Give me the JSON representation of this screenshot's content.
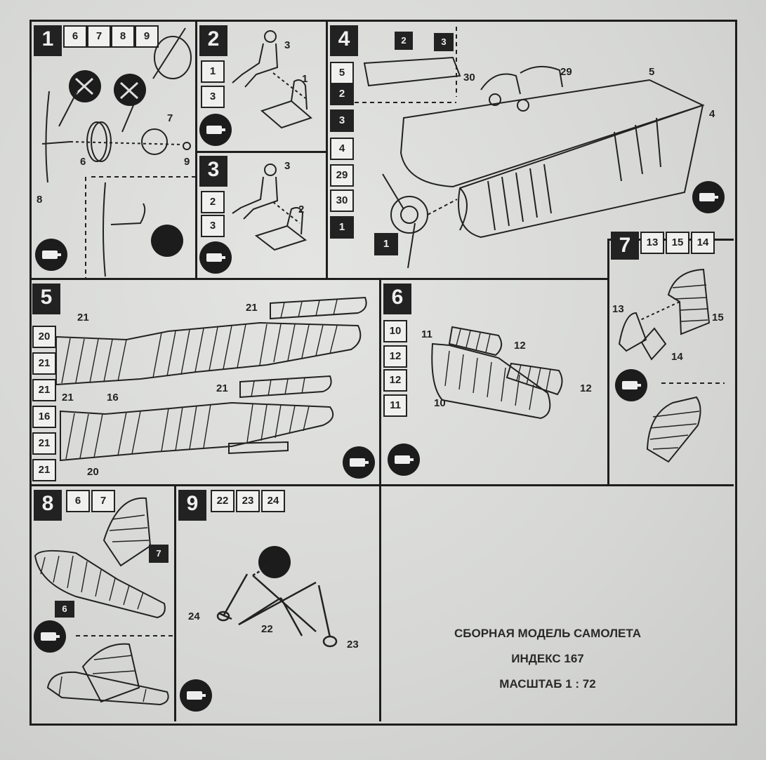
{
  "steps": {
    "s1": {
      "num": "1",
      "parts": [
        "6",
        "7",
        "8",
        "9"
      ],
      "labels": {
        "l6": "6",
        "l7": "7",
        "l8": "8",
        "l9": "9"
      }
    },
    "s2": {
      "num": "2",
      "parts": [
        "1",
        "3"
      ],
      "labels": {
        "l3": "3",
        "l1": "1"
      }
    },
    "s3": {
      "num": "3",
      "parts": [
        "2",
        "3"
      ],
      "labels": {
        "l3": "3",
        "l2": "2"
      }
    },
    "s4": {
      "num": "4",
      "parts": [
        "5",
        "2",
        "3",
        "4",
        "29",
        "30",
        "1"
      ],
      "sub": [
        "2",
        "3"
      ],
      "labels": {
        "l30": "30",
        "l29": "29",
        "l5": "5",
        "l4": "4",
        "l1": "1"
      }
    },
    "s5": {
      "num": "5",
      "parts": [
        "20",
        "21",
        "21",
        "16",
        "21",
        "21"
      ],
      "labels": {
        "a": "21",
        "b": "21",
        "c": "21",
        "d": "21",
        "e": "16",
        "f": "20"
      }
    },
    "s6": {
      "num": "6",
      "parts": [
        "10",
        "12",
        "12",
        "11"
      ],
      "labels": {
        "l11": "11",
        "l12a": "12",
        "l12b": "12",
        "l10": "10"
      }
    },
    "s7": {
      "num": "7",
      "parts": [
        "13",
        "15",
        "14"
      ],
      "labels": {
        "l13": "13",
        "l15": "15",
        "l14": "14"
      }
    },
    "s8": {
      "num": "8",
      "parts": [
        "6",
        "7"
      ],
      "labels": {
        "l7": "7",
        "l6": "6"
      }
    },
    "s9": {
      "num": "9",
      "parts": [
        "22",
        "23",
        "24"
      ],
      "labels": {
        "l24": "24",
        "l22": "22",
        "l23": "23"
      }
    }
  },
  "caption": {
    "line1": "СБОРНАЯ МОДЕЛЬ САМОЛЕТА",
    "line2": "ИНДЕКС 167",
    "line3": "МАСШТАБ 1 : 72"
  },
  "icons": [
    "glue-tube-icon",
    "cut-icon"
  ],
  "colors": {
    "ink": "#1e1e1e",
    "paper": "#d9dad8"
  }
}
